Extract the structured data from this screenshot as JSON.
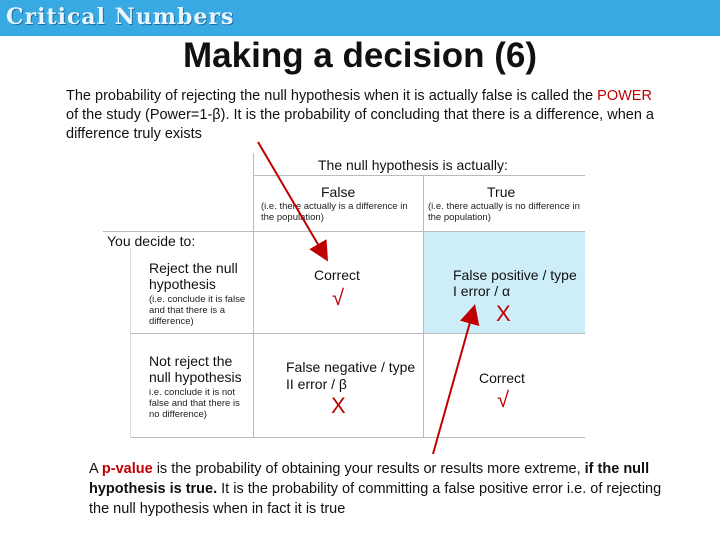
{
  "header": {
    "brand": "Critical Numbers"
  },
  "slide": {
    "title": "Making a decision (6)",
    "intro_pre": "The probability of rejecting the null hypothesis when it is actually false is called the ",
    "intro_power": "POWER",
    "intro_post": " of the study (Power=1-β). It is the probability of concluding that there is a difference, when a difference truly exists"
  },
  "table": {
    "header": "The null hypothesis is actually:",
    "col_false": "False",
    "col_false_note": "(i.e. there actually is a difference in the population)",
    "col_true": "True",
    "col_true_note": "(i.e. there actually is no difference in the population)",
    "you_decide": "You decide to:",
    "row_reject": "Reject the null hypothesis",
    "row_reject_note": "(i.e. conclude it is false and that there is a difference)",
    "row_notreject": "Not reject the null hypothesis",
    "row_notreject_note": "i.e. conclude it is not false and that there is no difference)",
    "correct1": "Correct",
    "false_positive": "False positive / type I error / α",
    "false_negative": "False negative / type II error / β",
    "correct2": "Correct",
    "check": "√",
    "cross": "X"
  },
  "bottom": {
    "pre": "A ",
    "pvalue": "p-value",
    "mid": " is the probability of obtaining your results or results more extreme, ",
    "bold": "if the null hypothesis is true.",
    "post": " It is the probability of committing a false positive error i.e. of rejecting the null hypothesis when in fact it is true"
  },
  "colors": {
    "banner": "#39a9e3",
    "highlight": "#cdeef8",
    "accent": "#c00000"
  }
}
